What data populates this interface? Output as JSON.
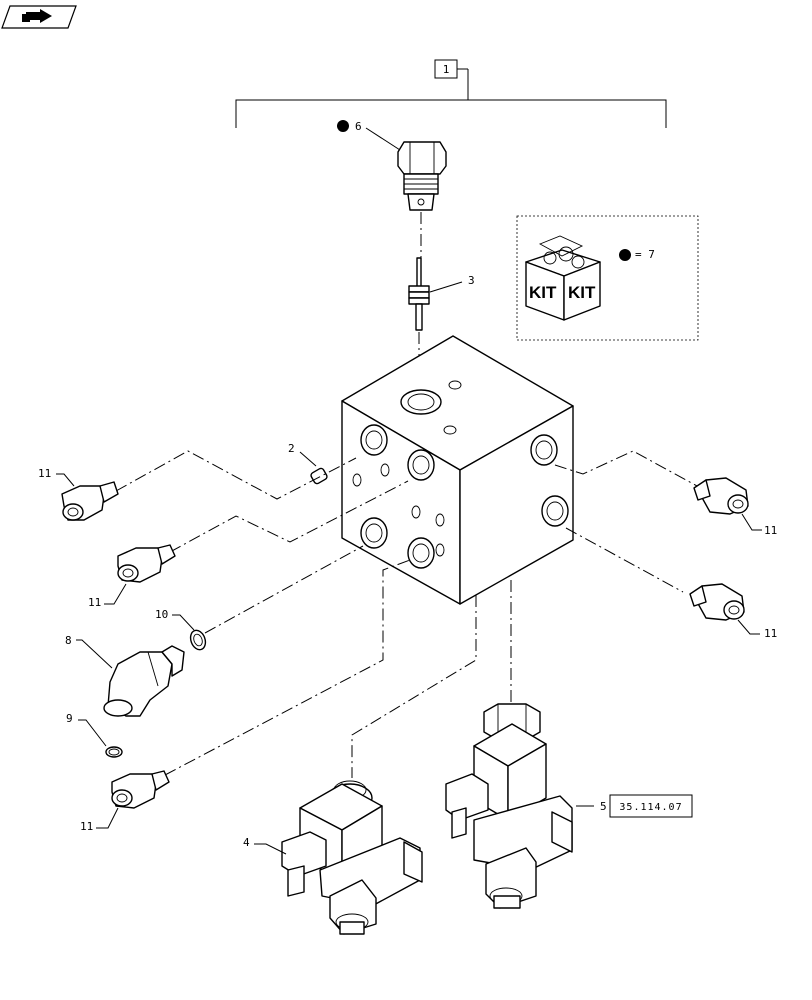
{
  "nav": {
    "icon": "arrow-book-icon"
  },
  "assembly_label": "1",
  "kit": {
    "box_text_left": "KIT",
    "box_text_right": "KIT",
    "bullet_ref": "= 7"
  },
  "callouts": {
    "c2": "2",
    "c3": "3",
    "c4": "4",
    "c5": "5",
    "c6": "6",
    "c8": "8",
    "c9": "9",
    "c10": "10",
    "c11a": "11",
    "c11b": "11",
    "c11c": "11",
    "c11d": "11",
    "c11e": "11"
  },
  "reference": "35.114.07"
}
